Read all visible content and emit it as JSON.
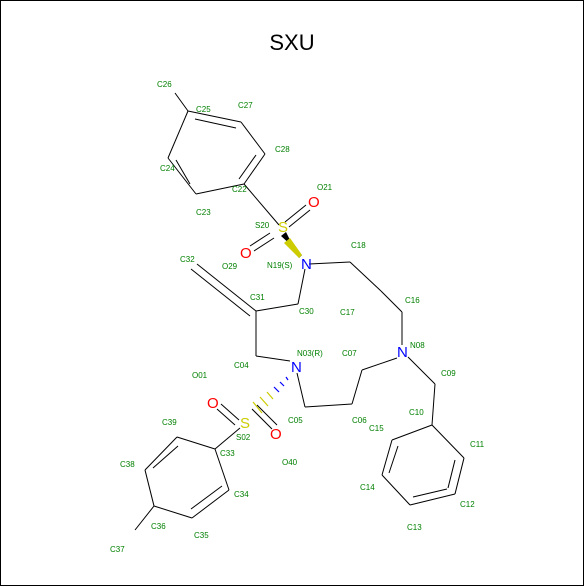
{
  "title": "SXU",
  "colors": {
    "bond": "#000000",
    "carbon_label": "#008000",
    "nitrogen": "#0000FF",
    "oxygen": "#FF0000",
    "sulfur": "#CCCC00",
    "frame": "#000000"
  },
  "heteroatoms": [
    {
      "id": "N19",
      "element": "N"
    },
    {
      "id": "N03",
      "element": "N"
    },
    {
      "id": "N08",
      "element": "N"
    },
    {
      "id": "S20",
      "element": "S"
    },
    {
      "id": "S02",
      "element": "S"
    },
    {
      "id": "O21",
      "element": "O"
    },
    {
      "id": "O29",
      "element": "O"
    },
    {
      "id": "O01",
      "element": "O"
    },
    {
      "id": "O40",
      "element": "O"
    }
  ],
  "atom_labels": [
    {
      "id": "C26",
      "text": "C26"
    },
    {
      "id": "C25",
      "text": "C25"
    },
    {
      "id": "C27",
      "text": "C27"
    },
    {
      "id": "C24",
      "text": "C24"
    },
    {
      "id": "C28",
      "text": "C28"
    },
    {
      "id": "C22",
      "text": "C22"
    },
    {
      "id": "C23",
      "text": "C23"
    },
    {
      "id": "O21",
      "text": "O21"
    },
    {
      "id": "S20",
      "text": "S20"
    },
    {
      "id": "C18",
      "text": "C18"
    },
    {
      "id": "C32",
      "text": "C32"
    },
    {
      "id": "O29",
      "text": "O29"
    },
    {
      "id": "N19",
      "text": "N19(S)"
    },
    {
      "id": "C31",
      "text": "C31"
    },
    {
      "id": "C16",
      "text": "C16"
    },
    {
      "id": "C30",
      "text": "C30"
    },
    {
      "id": "C17",
      "text": "C17"
    },
    {
      "id": "N08",
      "text": "N08"
    },
    {
      "id": "N03",
      "text": "N03(R)"
    },
    {
      "id": "C07",
      "text": "C07"
    },
    {
      "id": "C04",
      "text": "C04"
    },
    {
      "id": "O01",
      "text": "O01"
    },
    {
      "id": "C09",
      "text": "C09"
    },
    {
      "id": "C10",
      "text": "C10"
    },
    {
      "id": "C39",
      "text": "C39"
    },
    {
      "id": "C05",
      "text": "C05"
    },
    {
      "id": "C06",
      "text": "C06"
    },
    {
      "id": "C15",
      "text": "C15"
    },
    {
      "id": "S02",
      "text": "S02"
    },
    {
      "id": "C33",
      "text": "C33"
    },
    {
      "id": "O40",
      "text": "O40"
    },
    {
      "id": "C11",
      "text": "C11"
    },
    {
      "id": "C38",
      "text": "C38"
    },
    {
      "id": "C14",
      "text": "C14"
    },
    {
      "id": "C34",
      "text": "C34"
    },
    {
      "id": "C36",
      "text": "C36"
    },
    {
      "id": "C12",
      "text": "C12"
    },
    {
      "id": "C37",
      "text": "C37"
    },
    {
      "id": "C35",
      "text": "C35"
    },
    {
      "id": "C13",
      "text": "C13"
    }
  ]
}
